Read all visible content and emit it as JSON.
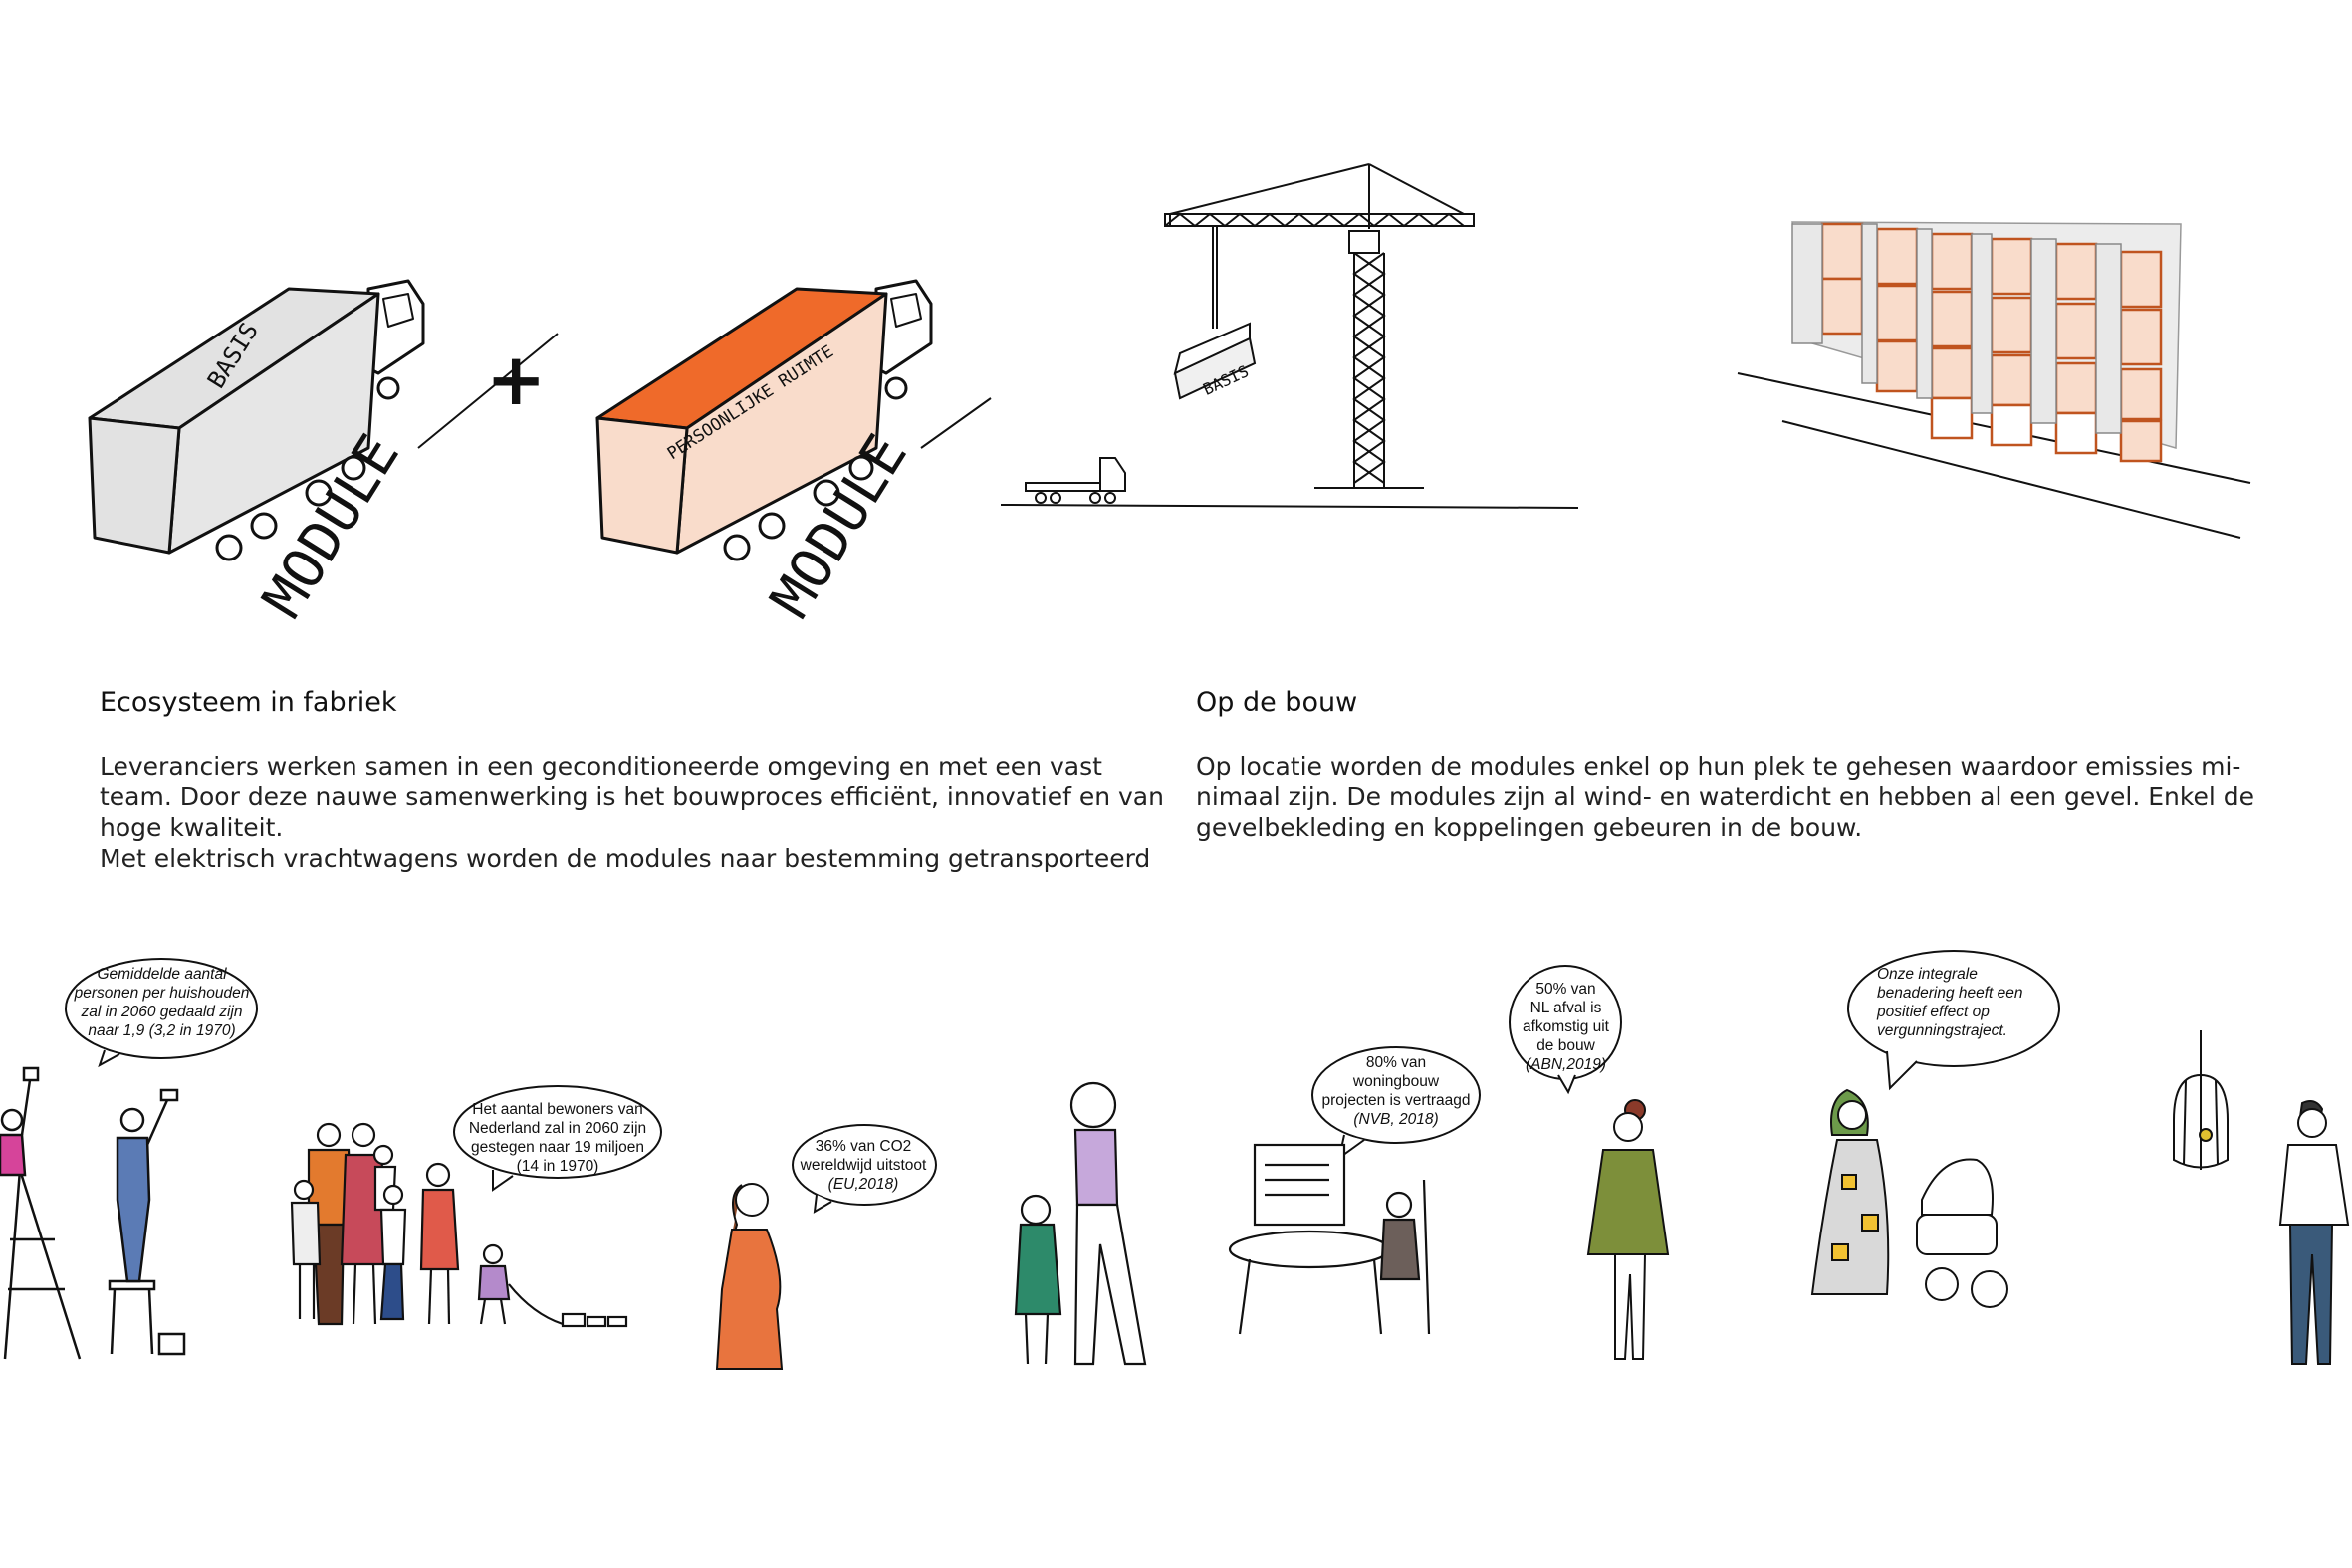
{
  "truck_basis": {
    "top_label": "BASIS",
    "side_label": "MODULE"
  },
  "plus_sign": "+",
  "truck_persoonlijk": {
    "top_label": "PERSOONLIJKE RUIMTE",
    "side_label": "MODULE"
  },
  "crane": {
    "module_label": "BASIS"
  },
  "colors": {
    "orange": "#ef6a2a",
    "peach": "#f9dccb",
    "grey": "#e2e2e2",
    "ink": "#111111"
  },
  "sections": {
    "left": {
      "title": "Ecosysteem in fabriek",
      "lines": [
        "Leveranciers werken samen in een geconditioneerde omgeving en met een vast",
        "team. Door deze nauwe samenwerking is het bouwproces efficiënt, innovatief en van",
        "hoge kwaliteit.",
        "Met elektrisch vrachtwagens  worden de modules naar bestemming getransporteerd"
      ]
    },
    "right": {
      "title": "Op de bouw",
      "lines": [
        "Op locatie worden de modules enkel op hun plek te gehesen waardoor emissies mi-",
        "nimaal zijn. De modules zijn al wind- en waterdicht en hebben al een gevel. Enkel de",
        "gevelbekleding en koppelingen gebeuren in de bouw."
      ]
    }
  },
  "bubbles": {
    "huishouden": [
      "Gemiddelde aantal",
      "personen per huishouden",
      "zal in 2060 gedaald zijn",
      "naar 1,9 (3,2 in 1970)"
    ],
    "bewoners": [
      "Het aantal bewoners van",
      "Nederland zal in 2060 zijn",
      "gestegen naar 19 miljoen",
      "(14 in 1970)"
    ],
    "co2": {
      "lines": [
        "36% van CO2",
        "wereldwijd uitstoot"
      ],
      "source": "(EU,2018)"
    },
    "woningbouw": {
      "lines": [
        "80% van",
        "woningbouw",
        "projecten is vertraagd"
      ],
      "source": "(NVB, 2018)"
    },
    "afval": {
      "lines": [
        "50% van",
        "NL afval is",
        "afkomstig uit",
        "de bouw"
      ],
      "source": "(ABN,2019)"
    },
    "integrale": [
      "Onze integrale",
      "benadering heeft een",
      "positief effect op",
      "vergunningstraject."
    ]
  }
}
